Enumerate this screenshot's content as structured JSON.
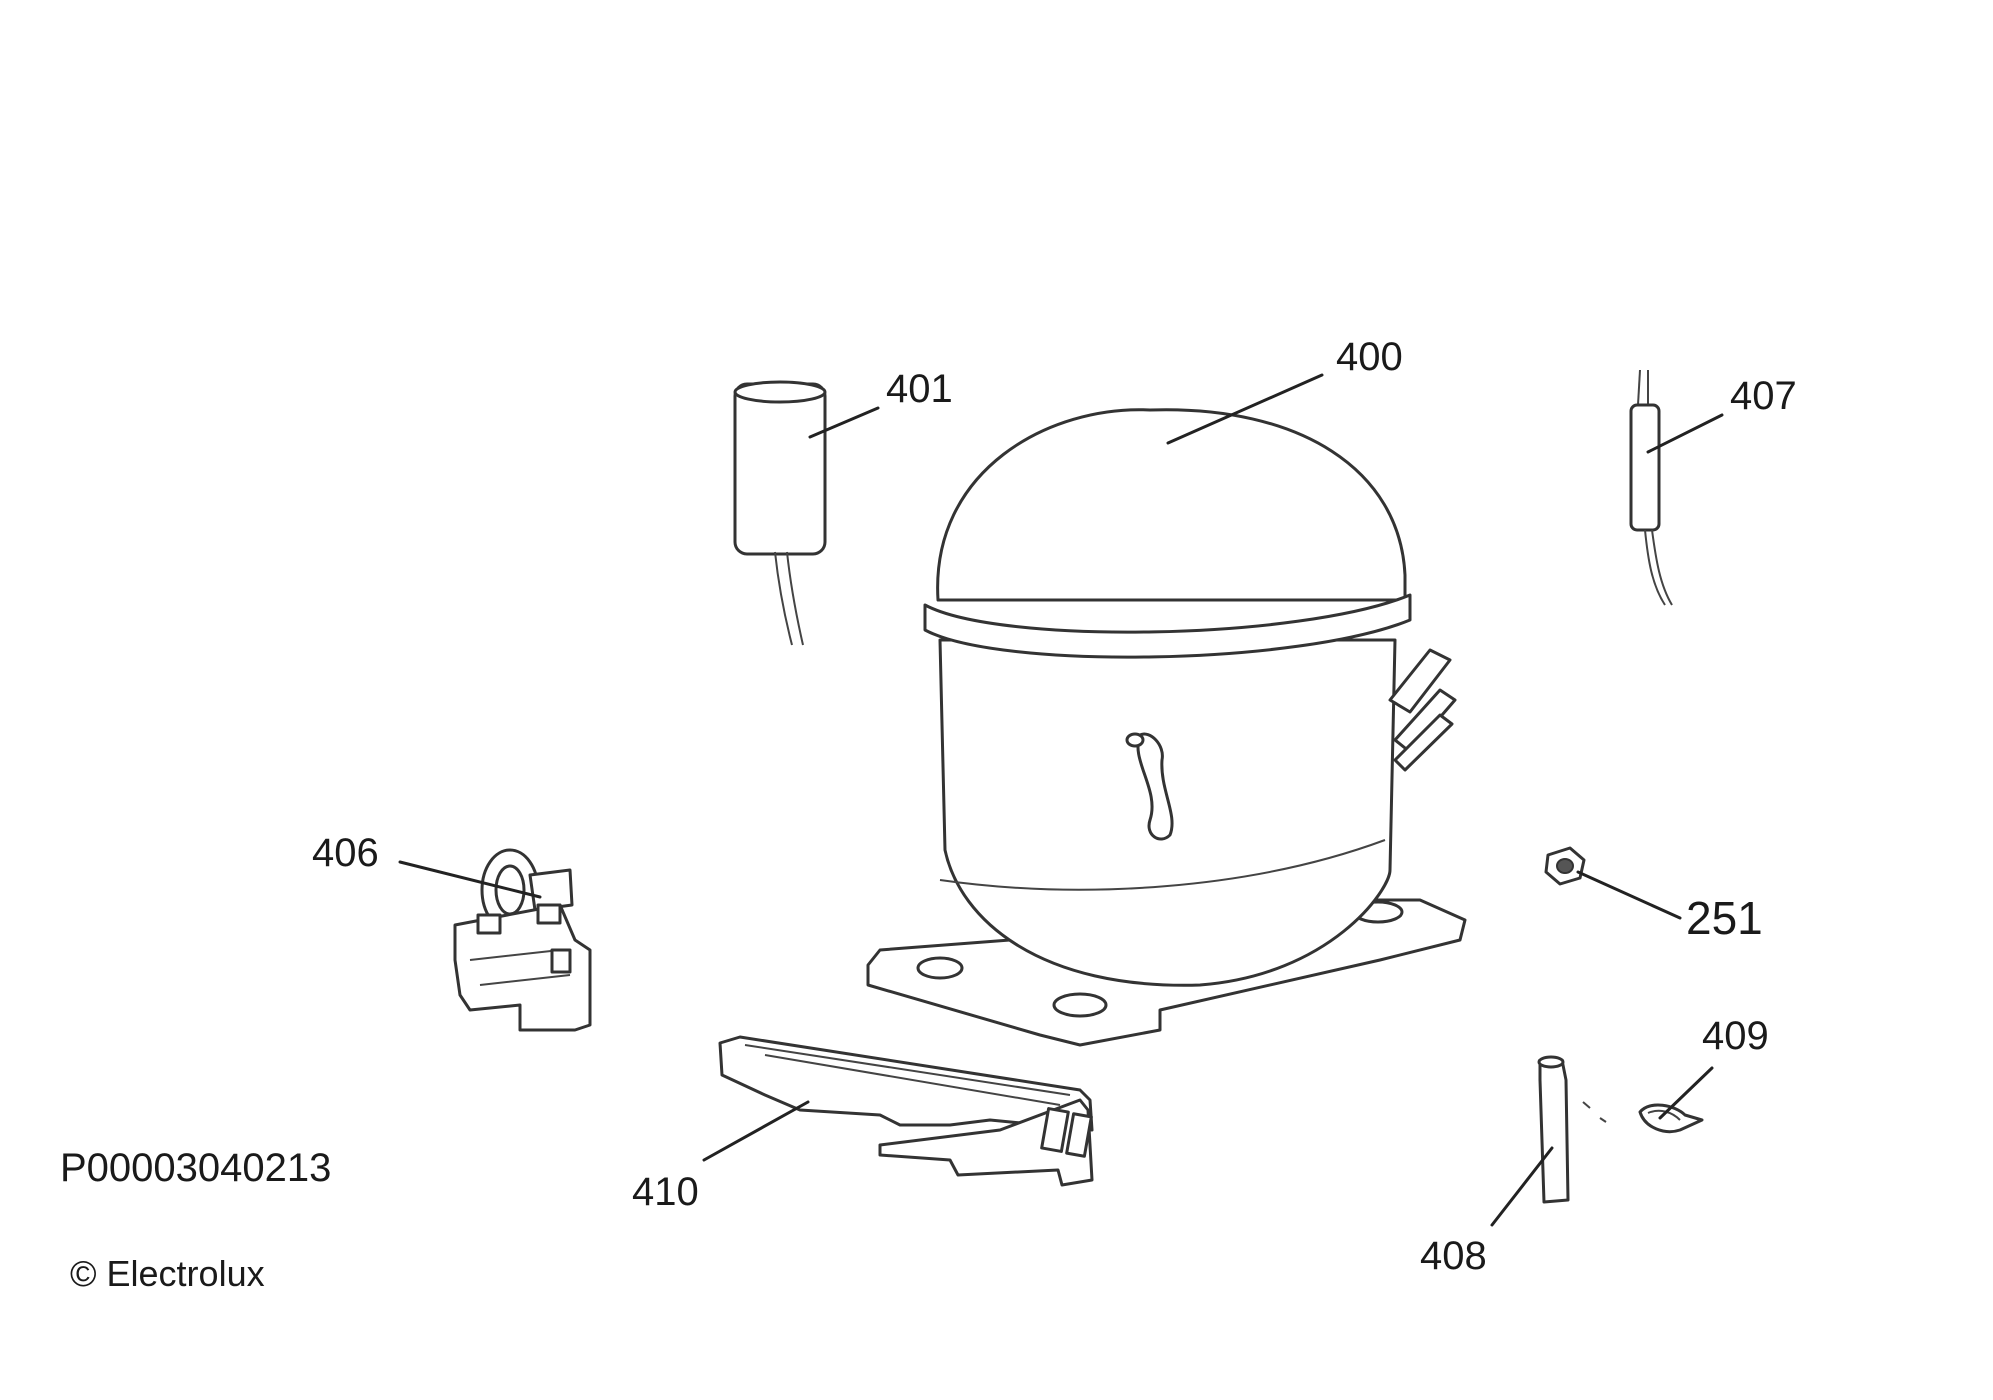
{
  "diagram": {
    "code": "P00003040213",
    "copyright": "© Electrolux",
    "labels": {
      "p400": "400",
      "p401": "401",
      "p407": "407",
      "p406": "406",
      "p251": "251",
      "p409": "409",
      "p410": "410",
      "p408": "408"
    }
  }
}
